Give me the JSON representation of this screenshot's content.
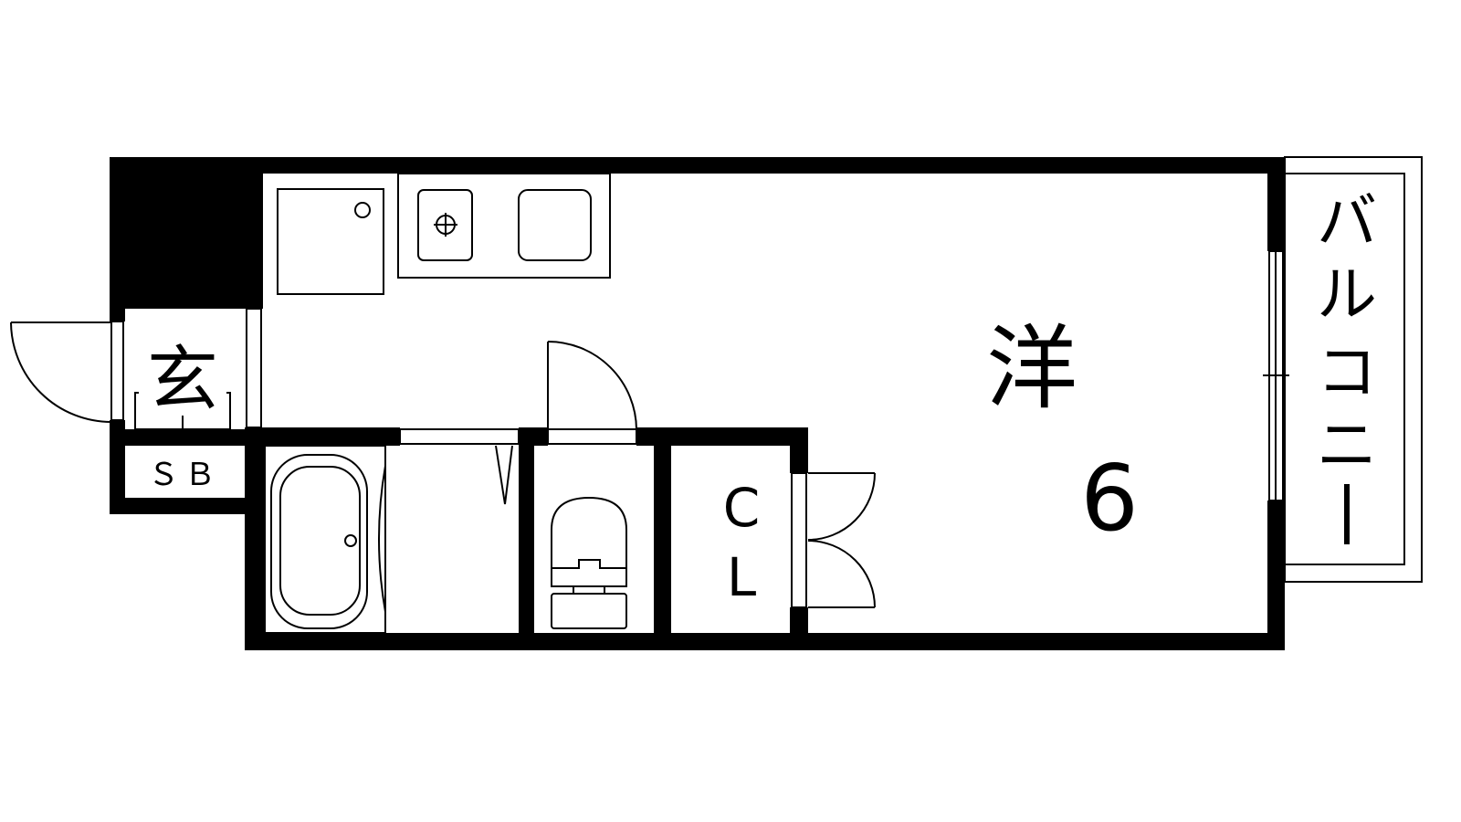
{
  "floorplan": {
    "rooms": {
      "entrance": "玄",
      "shoe_box": "ＳＢ",
      "western_room": "洋",
      "western_room_size": "6",
      "closet_c": "C",
      "closet_l": "L",
      "balcony": [
        "バ",
        "ル",
        "コ",
        "ニ",
        "ー"
      ]
    },
    "colors": {
      "wall": "#000000",
      "background": "#ffffff"
    }
  }
}
